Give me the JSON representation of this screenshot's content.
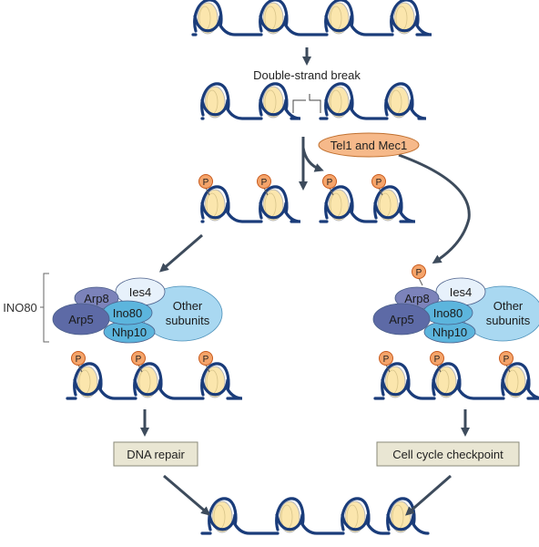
{
  "title": "",
  "labels": {
    "dsb": "Double-strand break",
    "kinases": "Tel1 and Mec1",
    "complex_name": "INO80",
    "phospho": "P",
    "outcome_left": "DNA repair",
    "outcome_right": "Cell cycle checkpoint"
  },
  "subunits": {
    "arp8": "Arp8",
    "ies4": "Ies4",
    "arp5": "Arp5",
    "ino80": "Ino80",
    "nhp10": "Nhp10",
    "other_line1": "Other",
    "other_line2": "subunits"
  },
  "colors": {
    "dna": "#1a3c7a",
    "histone_fill": "#fbe6ad",
    "histone_stroke": "#b8b8b8",
    "arrow": "#3d4b5c",
    "phospho_fill": "#f5a46a",
    "phospho_stroke": "#c85a1c",
    "kinase_fill": "#f6b98a",
    "kinase_stroke": "#c0702f",
    "arp8_fill": "#7c83ba",
    "arp5_fill": "#5d6aa6",
    "ies4_fill": "#e7f1fb",
    "ino80_fill": "#5cb5dd",
    "nhp10_fill": "#5cb5dd",
    "other_fill": "#a9d8f1",
    "box_fill": "#e9e6d3",
    "box_stroke": "#8a8a7a"
  }
}
